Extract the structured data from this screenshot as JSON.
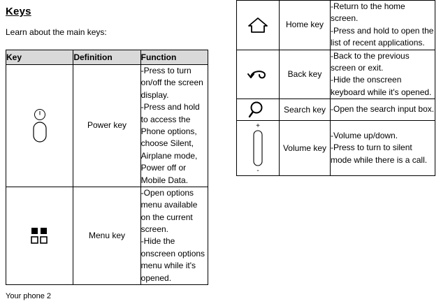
{
  "document": {
    "heading": "Keys",
    "intro": "Learn about the main keys:",
    "footer": "Your phone 2"
  },
  "left_table": {
    "headers": [
      "Key",
      "Definition",
      "Function"
    ],
    "rows": [
      {
        "icon": "power-key-icon",
        "definition": "Power key",
        "function_lines": [
          "-Press to turn on/off the screen display.",
          "-Press and hold to access the Phone options, choose Silent, Airplane mode, Power off or Mobile Data."
        ]
      },
      {
        "icon": "menu-key-icon",
        "definition": "Menu key",
        "function_lines": [
          "-Open options menu available on the current screen.",
          "-Hide the onscreen options menu while it's opened."
        ]
      }
    ]
  },
  "right_table": {
    "rows": [
      {
        "icon": "home-key-icon",
        "definition": "Home key",
        "function_lines": [
          "-Return to the home screen.",
          "-Press and hold to open the list of recent applications."
        ]
      },
      {
        "icon": "back-key-icon",
        "definition": "Back key",
        "function_lines": [
          "-Back to the previous screen or exit.",
          "-Hide the onscreen keyboard while it's opened."
        ]
      },
      {
        "icon": "search-key-icon",
        "definition": "Search key",
        "function_lines": [
          "-Open the search input box."
        ]
      },
      {
        "icon": "volume-key-icon",
        "definition": "Volume key",
        "function_lines": [
          "-Volume up/down.",
          "-Press to turn to silent mode while there is a call."
        ]
      }
    ]
  },
  "icon_labels": {
    "volume_plus": "+",
    "volume_minus": "-"
  }
}
